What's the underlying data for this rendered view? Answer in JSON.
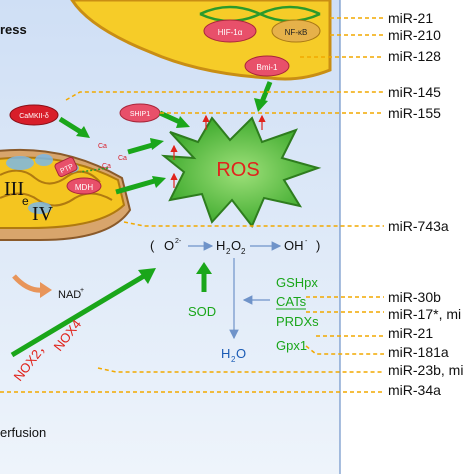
{
  "left_labels": {
    "stress": "ress",
    "nad": "NAD",
    "nad_sup": "+",
    "reperfusion": "erfusion"
  },
  "nucleus": {
    "hif": "HIF-1α",
    "nfkb": "NF-κB",
    "bmi": "Bmi-1"
  },
  "signals": {
    "camkii": "CaMKII-δ",
    "ship1": "SHIP1",
    "ca": "Ca",
    "ptp": "PTP",
    "mdh": "MDH",
    "complex_iii": "III",
    "complex_iv": "IV",
    "e": "e"
  },
  "ros": "ROS",
  "reaction": {
    "open": "(",
    "o2": "O",
    "o2_sup": "2-",
    "h2o2_h": "H",
    "h2o2_2a": "2",
    "h2o2_o": "O",
    "h2o2_2b": "2",
    "oh": "OH",
    "oh_sup": "-",
    "close": ")",
    "h2o_h": "H",
    "h2o_2": "2",
    "h2o_o": "O"
  },
  "antioxidants": {
    "sod": "SOD",
    "gshpx": "GSHpx",
    "cats": "CATs",
    "prdxs": "PRDXs",
    "gpx1": "Gpx1"
  },
  "nox": {
    "nox2": "NOX2，",
    "nox4": "NOX4"
  },
  "mirnas": [
    "miR-21",
    "miR-210",
    "miR-128",
    "miR-145",
    "miR-155",
    "miR-743a",
    "miR-30b",
    "miR-17*, mi",
    "miR-21",
    "miR-181a",
    "miR-23b, mi",
    "miR-34a"
  ],
  "colors": {
    "background": "#dde8f7",
    "nucleus": "#f6cc28",
    "mito": "#f4c520",
    "mito_inner": "#d8a56c",
    "arrow_green": "#1aa61a",
    "dash_orange": "#f2a900",
    "ros_fill": "#6cc64a",
    "ros_text": "#e0231c",
    "red": "#e0231c",
    "blue_line": "#6f93c9"
  }
}
